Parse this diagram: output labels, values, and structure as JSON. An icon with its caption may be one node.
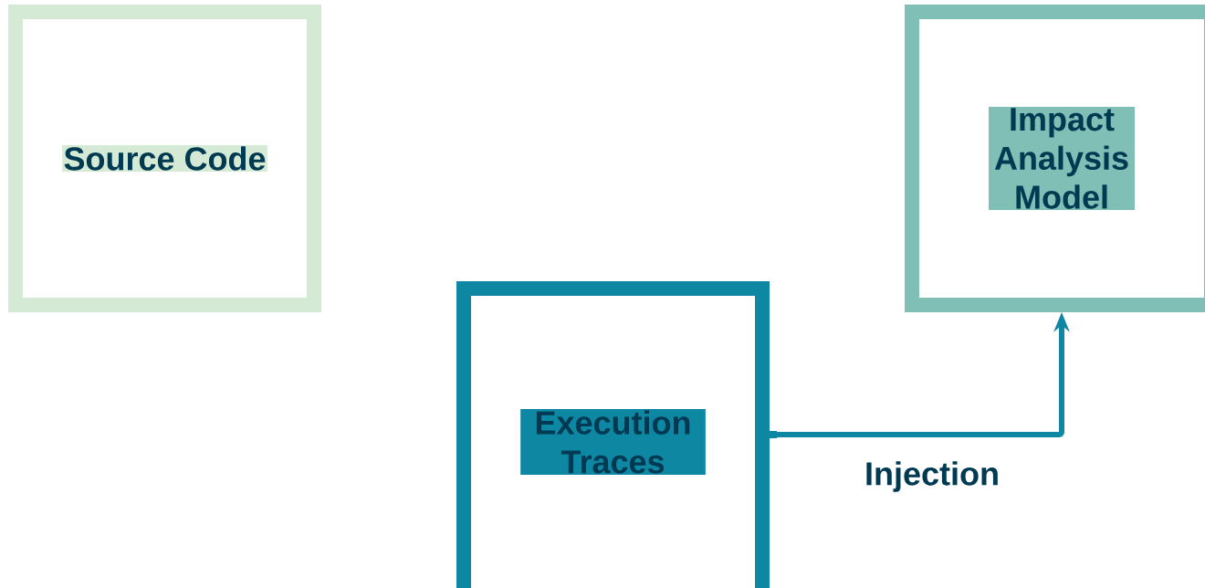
{
  "diagram": {
    "nodes": [
      {
        "text": [
          "Source Code"
        ]
      },
      {
        "text": [
          "Impact Analysis Model"
        ]
      },
      {
        "text": [
          "Execution Traces"
        ]
      }
    ],
    "edges": [
      {
        "from": 2,
        "to": 1,
        "arrow": "to",
        "label": "Injection"
      }
    ]
  }
}
